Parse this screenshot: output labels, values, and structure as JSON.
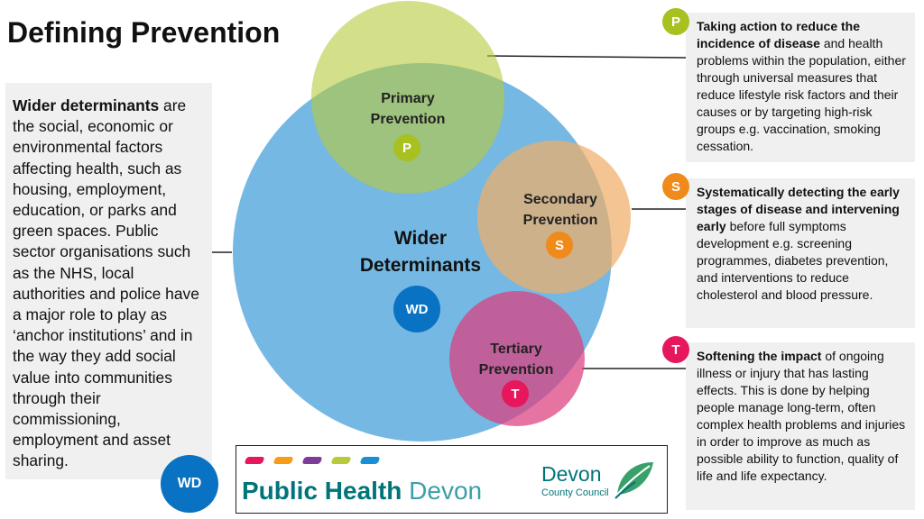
{
  "title": "Defining Prevention",
  "wider_determinants_text": {
    "bold": "Wider determinants",
    "rest": " are the social, economic or environmental factors affecting health, such as housing, employment, education, or parks and green spaces. Public sector organisations such as the NHS, local authorities and police have a major role to play as ‘anchor institutions’ and in the way they add social value into communities through their commissioning, employment and asset sharing."
  },
  "circles": {
    "wider": {
      "label_line1": "Wider",
      "label_line2": "Determinants",
      "badge": "WD",
      "color": "#66b0e0"
    },
    "primary": {
      "label_line1": "Primary",
      "label_line2": "Prevention",
      "badge": "P",
      "color": "#b8c93a"
    },
    "secondary": {
      "label_line1": "Secondary",
      "label_line2": "Prevention",
      "badge": "S",
      "color": "#f0ae6a"
    },
    "tertiary": {
      "label_line1": "Tertiary",
      "label_line2": "Prevention",
      "badge": "T",
      "color": "#dd3f7e"
    }
  },
  "descriptions": {
    "primary": {
      "badge": "P",
      "bold": "Taking action to reduce the incidence of disease",
      "rest": " and health problems within the population, either through universal measures that reduce lifestyle risk factors and their causes or by targeting high-risk groups e.g. vaccination, smoking cessation."
    },
    "secondary": {
      "badge": "S",
      "bold": "Systematically detecting the early stages of disease and intervening early",
      "rest": " before full symptoms development e.g. screening programmes, diabetes prevention, and interventions to reduce cholesterol and blood pressure."
    },
    "tertiary": {
      "badge": "T",
      "bold": "Softening the impact",
      "rest": " of ongoing illness or injury that has lasting effects. This is done by helping people manage long-term, often complex health problems and injuries in order to improve as much as possible ability to function, quality of life and life expectancy."
    }
  },
  "bottom_badge": "WD",
  "logo": {
    "public_health_bold": "Public Health",
    "public_health_light": "Devon",
    "dcc_line1": "Devon",
    "dcc_line2": "County Council",
    "dash_colors": [
      "#e6175c",
      "#f59c1a",
      "#7d3c98",
      "#b8c93a",
      "#1a8fd6"
    ]
  },
  "colors": {
    "wd_badge": "#0a72c2",
    "p_badge": "#a8c020",
    "s_badge": "#f08a1a",
    "t_badge": "#e6175c",
    "teal": "#00747a"
  }
}
